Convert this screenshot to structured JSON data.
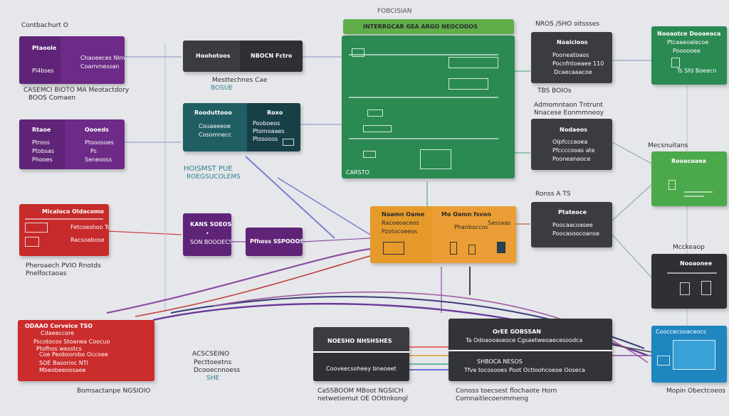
{
  "page": {
    "heading": "FOBCISIAN"
  },
  "labels": {
    "top_left_caption": "Contbachurt O",
    "left_caption_a": "CASEMCI BIOTO MA Meotactdory",
    "left_caption_b": "BOOS Comaen",
    "mid_caption_a": "Mesttechnes Cae",
    "mid_caption_b": "BOSUE",
    "hoist_caption_a": "HOISMST PUE",
    "hoist_caption_b": "ROEGSUCOLEMS",
    "red_caption_a": "Pheroaech PVIO Rnotds",
    "red_caption_b": "Pnelfoctaoas",
    "right_top_caption": "NROS /SHO oitssses",
    "tbs_caption": "TBS BOIOs",
    "adv_caption_a": "Admomntaon Tntrunt",
    "adv_caption_b": "Nnacese Eonmmneoy",
    "far_right_a": "Mecsnuitans",
    "ros_caption": "Ronss A TS",
    "mockup_caption": "Mcckeaop",
    "bottom_left_caption": "Bomsactanpe NGSIOIO",
    "bottom_mid_a": "ACSCSEINO",
    "bottom_mid_b": "Pecttoeetns",
    "bottom_mid_c": "Dcooecnnoess",
    "bottom_mid_d": "SHE",
    "bottom_center_a": "CaSSBOOM MBoot NGSICH",
    "bottom_center_b": "netwetiemut OE OOttnkongl",
    "bottom_right_a": "Conoss toecsest flochaote Horn",
    "bottom_right_b": "Comnaitlecoenmmeng",
    "bottom_far_right": "Mopin Obectcoeos"
  },
  "boxes": {
    "p1": {
      "left_title": "Ptaoole",
      "left_sub": "Pl4bses",
      "right_a": "Chaoeeces Nlme",
      "right_b": "Coarnmessan"
    },
    "p2": {
      "left_title": "Rtaoe",
      "left_a": "Ptroos",
      "left_b": "Ptobsas",
      "left_c": "Phooes",
      "right_title": "Oooeds",
      "right_a": "Ptooosoes",
      "right_b": "Ps",
      "right_c": "Seneooss"
    },
    "red1": {
      "title": "Micaloco Oldacomo",
      "r1": "Fetcoeshoo Tcones",
      "r2": "Racsoabose"
    },
    "d1": {
      "left_title": "Hoohotoos",
      "right_title": "NBOCN Fctro"
    },
    "teal1": {
      "left_title": "Rooduttooo",
      "left_a": "Couaeeeoe",
      "left_b": "Cosomnecc",
      "right_title": "Roxo",
      "right_a": "Pooboeos",
      "right_b": "Ptomoaaes",
      "right_c": "Ptosooss"
    },
    "green_main": {
      "header": "INTERRGCAR GEA ARGO NEOCOOOS",
      "caption": "CARSTO"
    },
    "pv1": {
      "title": "KANS SOEOS",
      "sub": "SON BOOOECS"
    },
    "pv2": {
      "title": "Pfhoss SSPOOOSOS"
    },
    "orange1": {
      "left_title": "Naamn Oame",
      "left_a": "Racoeoaceos",
      "left_b": "Pzotocoeeos",
      "right_title": "Mo Oamn fsvon",
      "right_a": "Phanboccos",
      "right_b": "Sassaas"
    },
    "d2": {
      "title": "Noaicloos",
      "a": "Pooneatoaos",
      "b": "Pocnfntoeaee 110",
      "c": "Dcaecaaacoe"
    },
    "d3": {
      "title": "Nodaeos",
      "a": "Olpfcccaoea",
      "b": "Pfccccooas ate",
      "c": "Pooneanaoce"
    },
    "d4": {
      "title": "Ptateoce",
      "a": "Poocaacoasee",
      "b": "Poocasoocoanse"
    },
    "gr1": {
      "title": "Nooaotce Dooaeoca",
      "a": "Ptcaaeoalecoe",
      "b": "Poooooee",
      "c": "Ts Sfd Boeecn"
    },
    "gr2": {
      "title": "Rooacoaea"
    },
    "dr": {
      "title": "Nooaonee"
    },
    "blue1": {
      "title": "Cooccecooaceocs"
    },
    "red2": {
      "title": "ODAAO Corveice TSO",
      "a": "Cdaeeccore",
      "b": "Pscotocos Stoanea Coocuo",
      "c": "Ptofhos wesstcs",
      "d": "Coe Peobsorobo Occoee",
      "e": "SOE Basorioc NTI",
      "f": "Mbeobeeoosaee"
    },
    "d5": {
      "title": "NOESHO NHSHSHES",
      "bottom": "Cooveecsoheey bneoeet"
    },
    "d6": {
      "title": "OrEE GOBSSAN",
      "a": "Ta Odoaooaseoce Cgsaetweoaecesoodca",
      "b": "SHBOCA NESOS",
      "c": "Tfve tocosooes Poot Octloohcoeoe Ooseca"
    }
  },
  "colors": {
    "purple": "#6d2a86",
    "red": "#c72a2a",
    "green": "#2a8a52",
    "orange": "#e59a2a",
    "dark": "#3b3c3f",
    "teal": "#1f5e63",
    "blue": "#1f86bf",
    "background": "#e6e7ea"
  }
}
